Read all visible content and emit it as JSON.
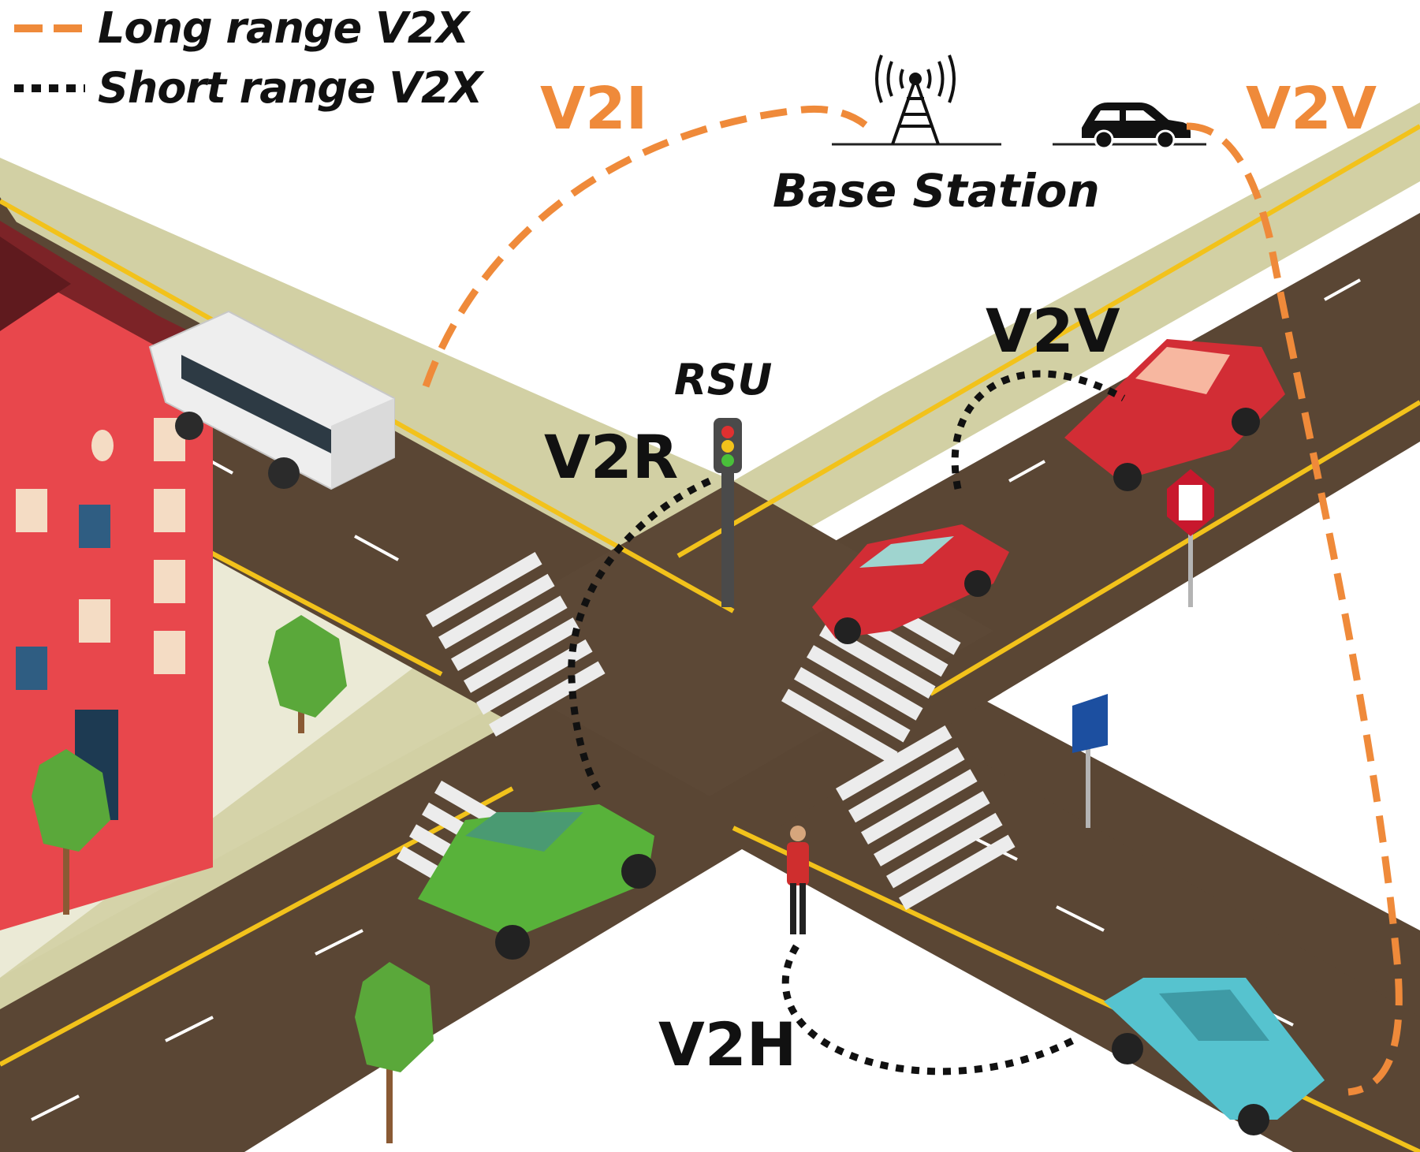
{
  "legend": {
    "long_range": {
      "label": "Long range V2X",
      "color": "#ef8a3a",
      "style": "dashed"
    },
    "short_range": {
      "label": "Short range V2X",
      "color": "#111111",
      "style": "dotted"
    }
  },
  "labels": {
    "v2i": "V2I",
    "v2v_top": "V2V",
    "base_station": "Base Station",
    "rsu": "RSU",
    "v2r": "V2R",
    "v2v_mid": "V2V",
    "v2h": "V2H"
  },
  "colors": {
    "long_range": "#ef8a3a",
    "short_range": "#111111",
    "road": "#5a4634",
    "sidewalk": "#d2d0a4",
    "curb": "#f2c21b",
    "building": "#e8474c",
    "roof": "#7c2327",
    "tree": "#5aa83a",
    "car_red": "#d22d35",
    "car_green": "#58b23a",
    "car_blue": "#56c3cf",
    "bus": "#eeeeee"
  },
  "icons": [
    "cell-tower-icon",
    "car-icon",
    "traffic-light-icon",
    "pedestrian-icon"
  ]
}
